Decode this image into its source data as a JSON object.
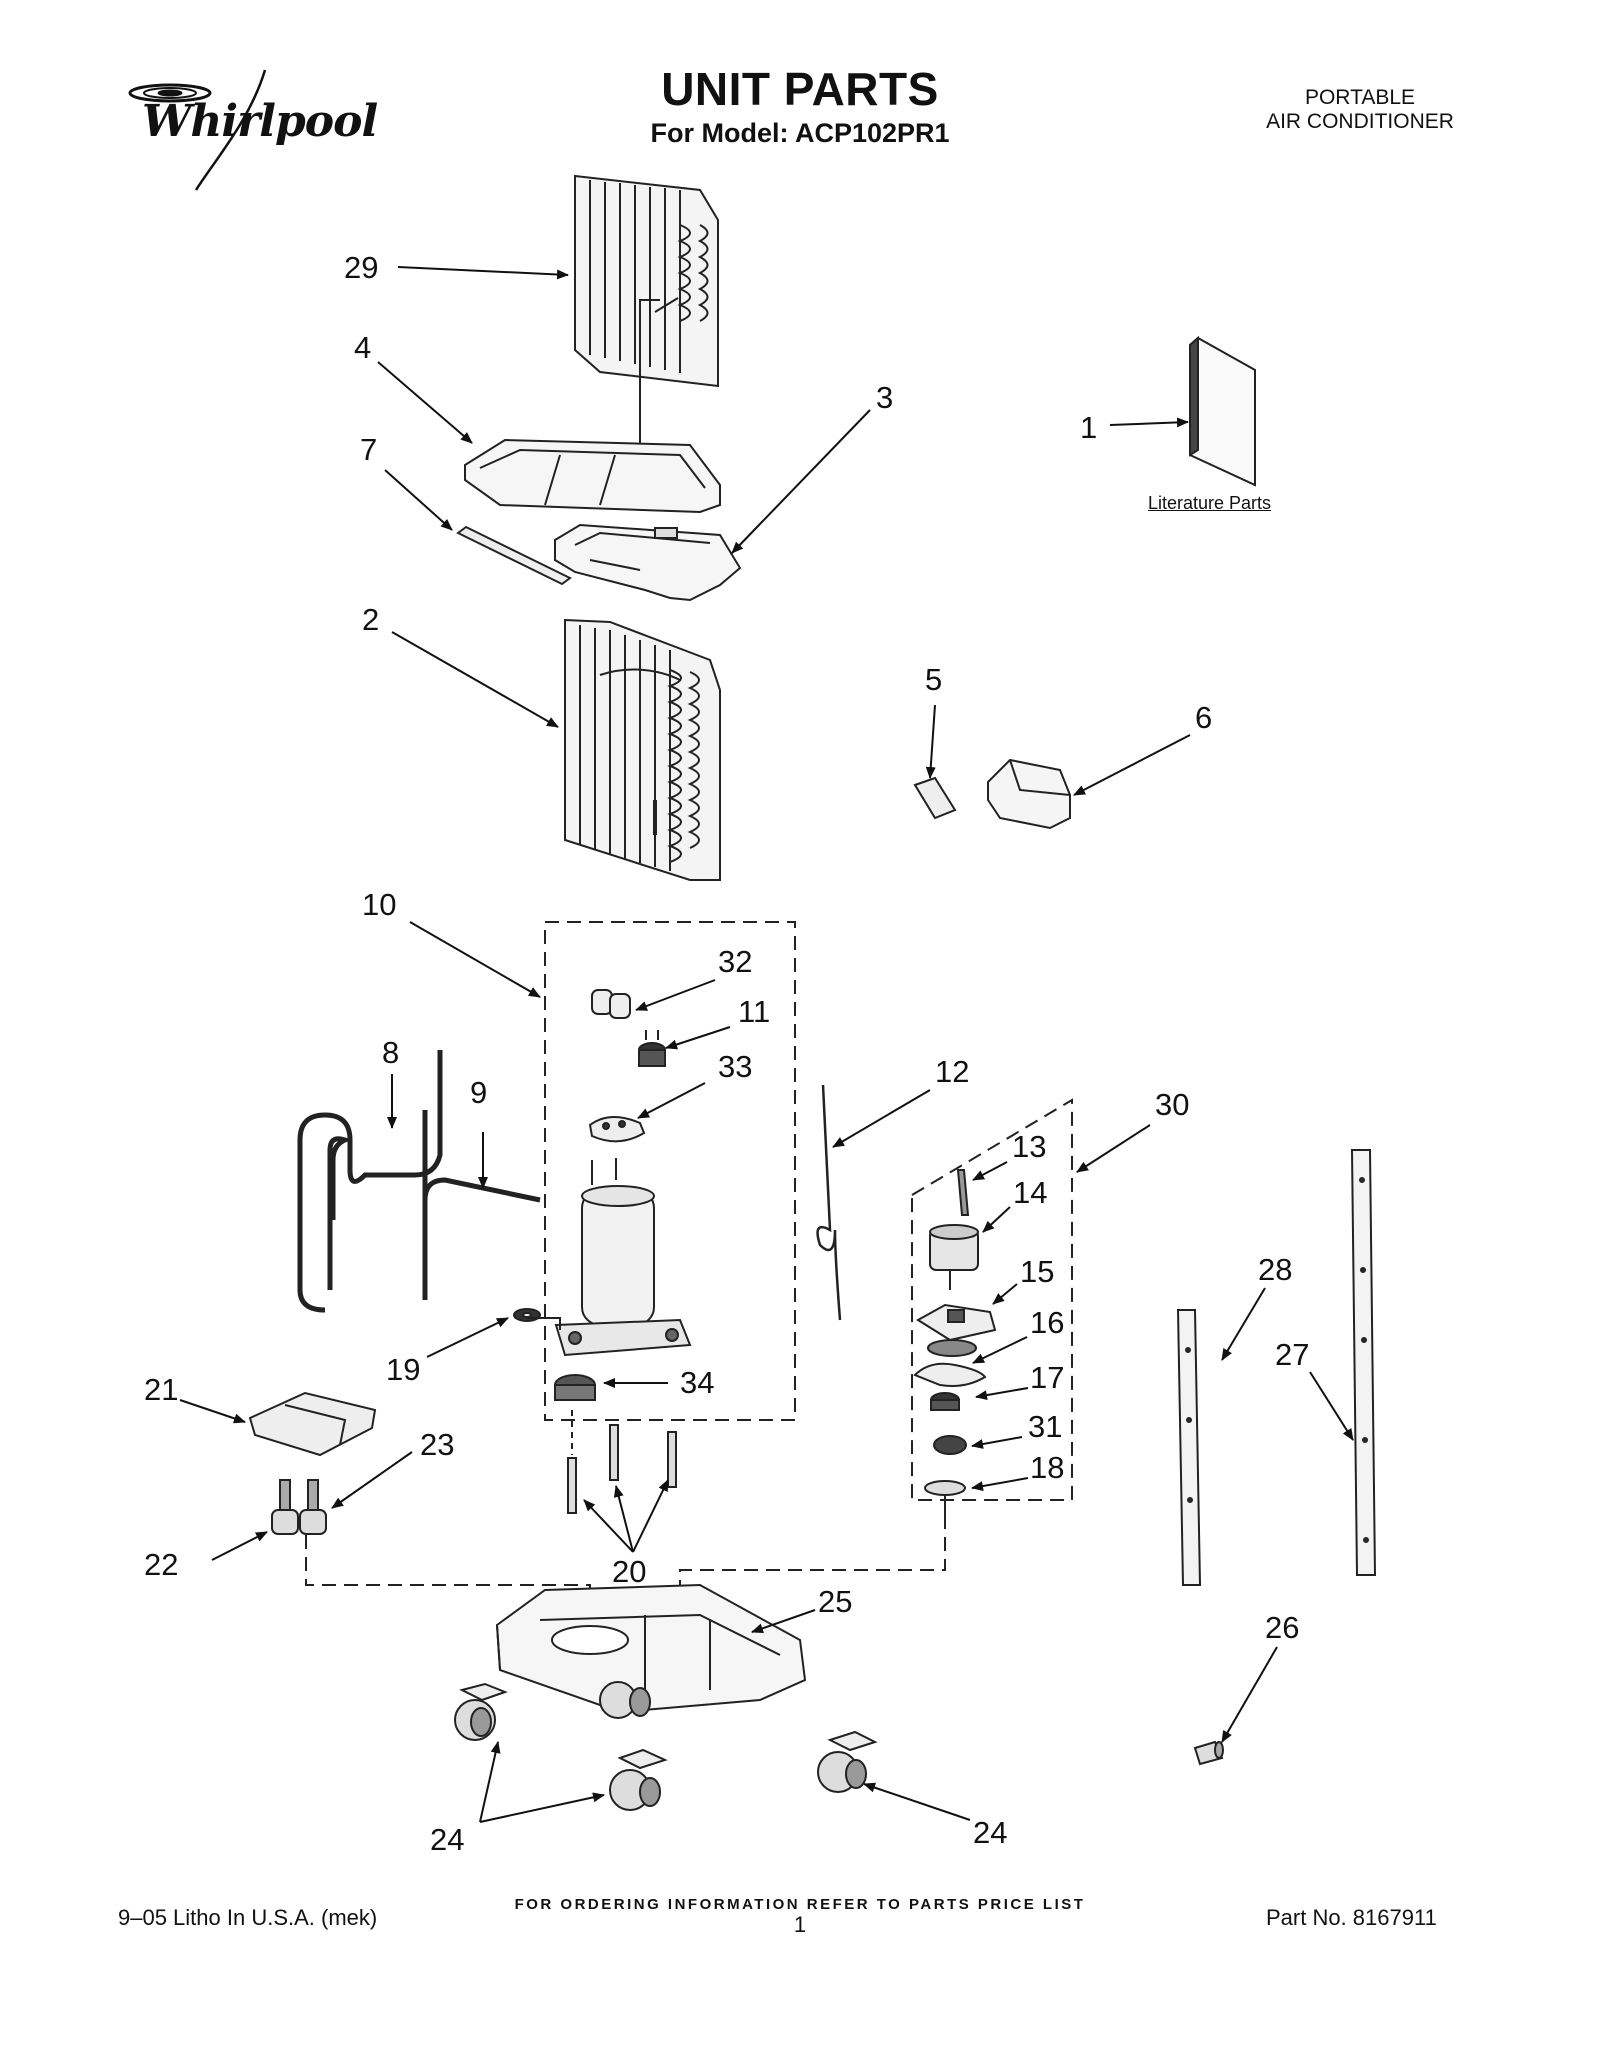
{
  "header": {
    "brand": "Whirlpool",
    "title": "UNIT PARTS",
    "subtitle": "For Model: ACP102PR1",
    "product_line1": "PORTABLE",
    "product_line2": "AIR CONDITIONER"
  },
  "literature_label": "Literature Parts",
  "callouts": [
    {
      "id": "29",
      "label": "29"
    },
    {
      "id": "4",
      "label": "4"
    },
    {
      "id": "3",
      "label": "3"
    },
    {
      "id": "1",
      "label": "1"
    },
    {
      "id": "7",
      "label": "7"
    },
    {
      "id": "2",
      "label": "2"
    },
    {
      "id": "5",
      "label": "5"
    },
    {
      "id": "6",
      "label": "6"
    },
    {
      "id": "10",
      "label": "10"
    },
    {
      "id": "32",
      "label": "32"
    },
    {
      "id": "11",
      "label": "11"
    },
    {
      "id": "33",
      "label": "33"
    },
    {
      "id": "12",
      "label": "12"
    },
    {
      "id": "30",
      "label": "30"
    },
    {
      "id": "8",
      "label": "8"
    },
    {
      "id": "9",
      "label": "9"
    },
    {
      "id": "13",
      "label": "13"
    },
    {
      "id": "14",
      "label": "14"
    },
    {
      "id": "15",
      "label": "15"
    },
    {
      "id": "28",
      "label": "28"
    },
    {
      "id": "16",
      "label": "16"
    },
    {
      "id": "27",
      "label": "27"
    },
    {
      "id": "19",
      "label": "19"
    },
    {
      "id": "34",
      "label": "34"
    },
    {
      "id": "17",
      "label": "17"
    },
    {
      "id": "21",
      "label": "21"
    },
    {
      "id": "31",
      "label": "31"
    },
    {
      "id": "23",
      "label": "23"
    },
    {
      "id": "18",
      "label": "18"
    },
    {
      "id": "22",
      "label": "22"
    },
    {
      "id": "20",
      "label": "20"
    },
    {
      "id": "25",
      "label": "25"
    },
    {
      "id": "26",
      "label": "26"
    },
    {
      "id": "24a",
      "label": "24"
    },
    {
      "id": "24b",
      "label": "24"
    }
  ],
  "footer": {
    "ordering_note": "FOR ORDERING INFORMATION REFER TO PARTS PRICE LIST",
    "litho": "9–05 Litho In U.S.A. (mek)",
    "page_number": "1",
    "part_number": "Part No. 8167911"
  }
}
